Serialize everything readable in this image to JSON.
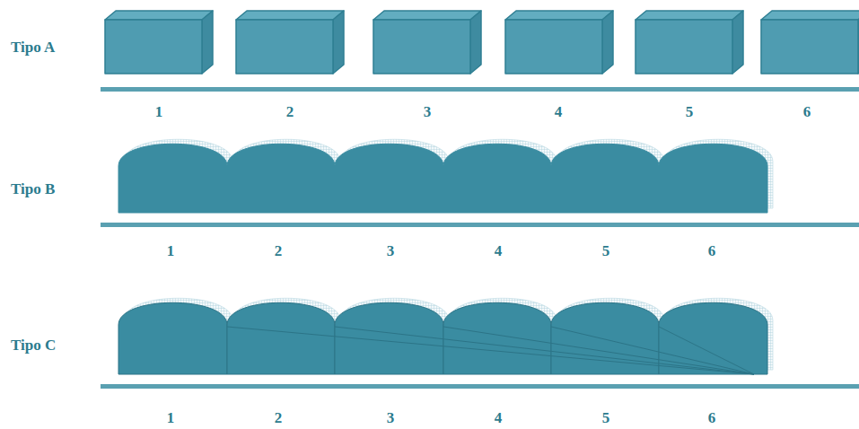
{
  "diagram": {
    "labels": [
      "Tipo A",
      "1",
      "2",
      "3",
      "4",
      "5",
      "6",
      "Tipo B",
      "1",
      "2",
      "3",
      "4",
      "5",
      "6",
      "Tipo C",
      "1",
      "2",
      "3",
      "4",
      "5",
      "6"
    ]
  }
}
